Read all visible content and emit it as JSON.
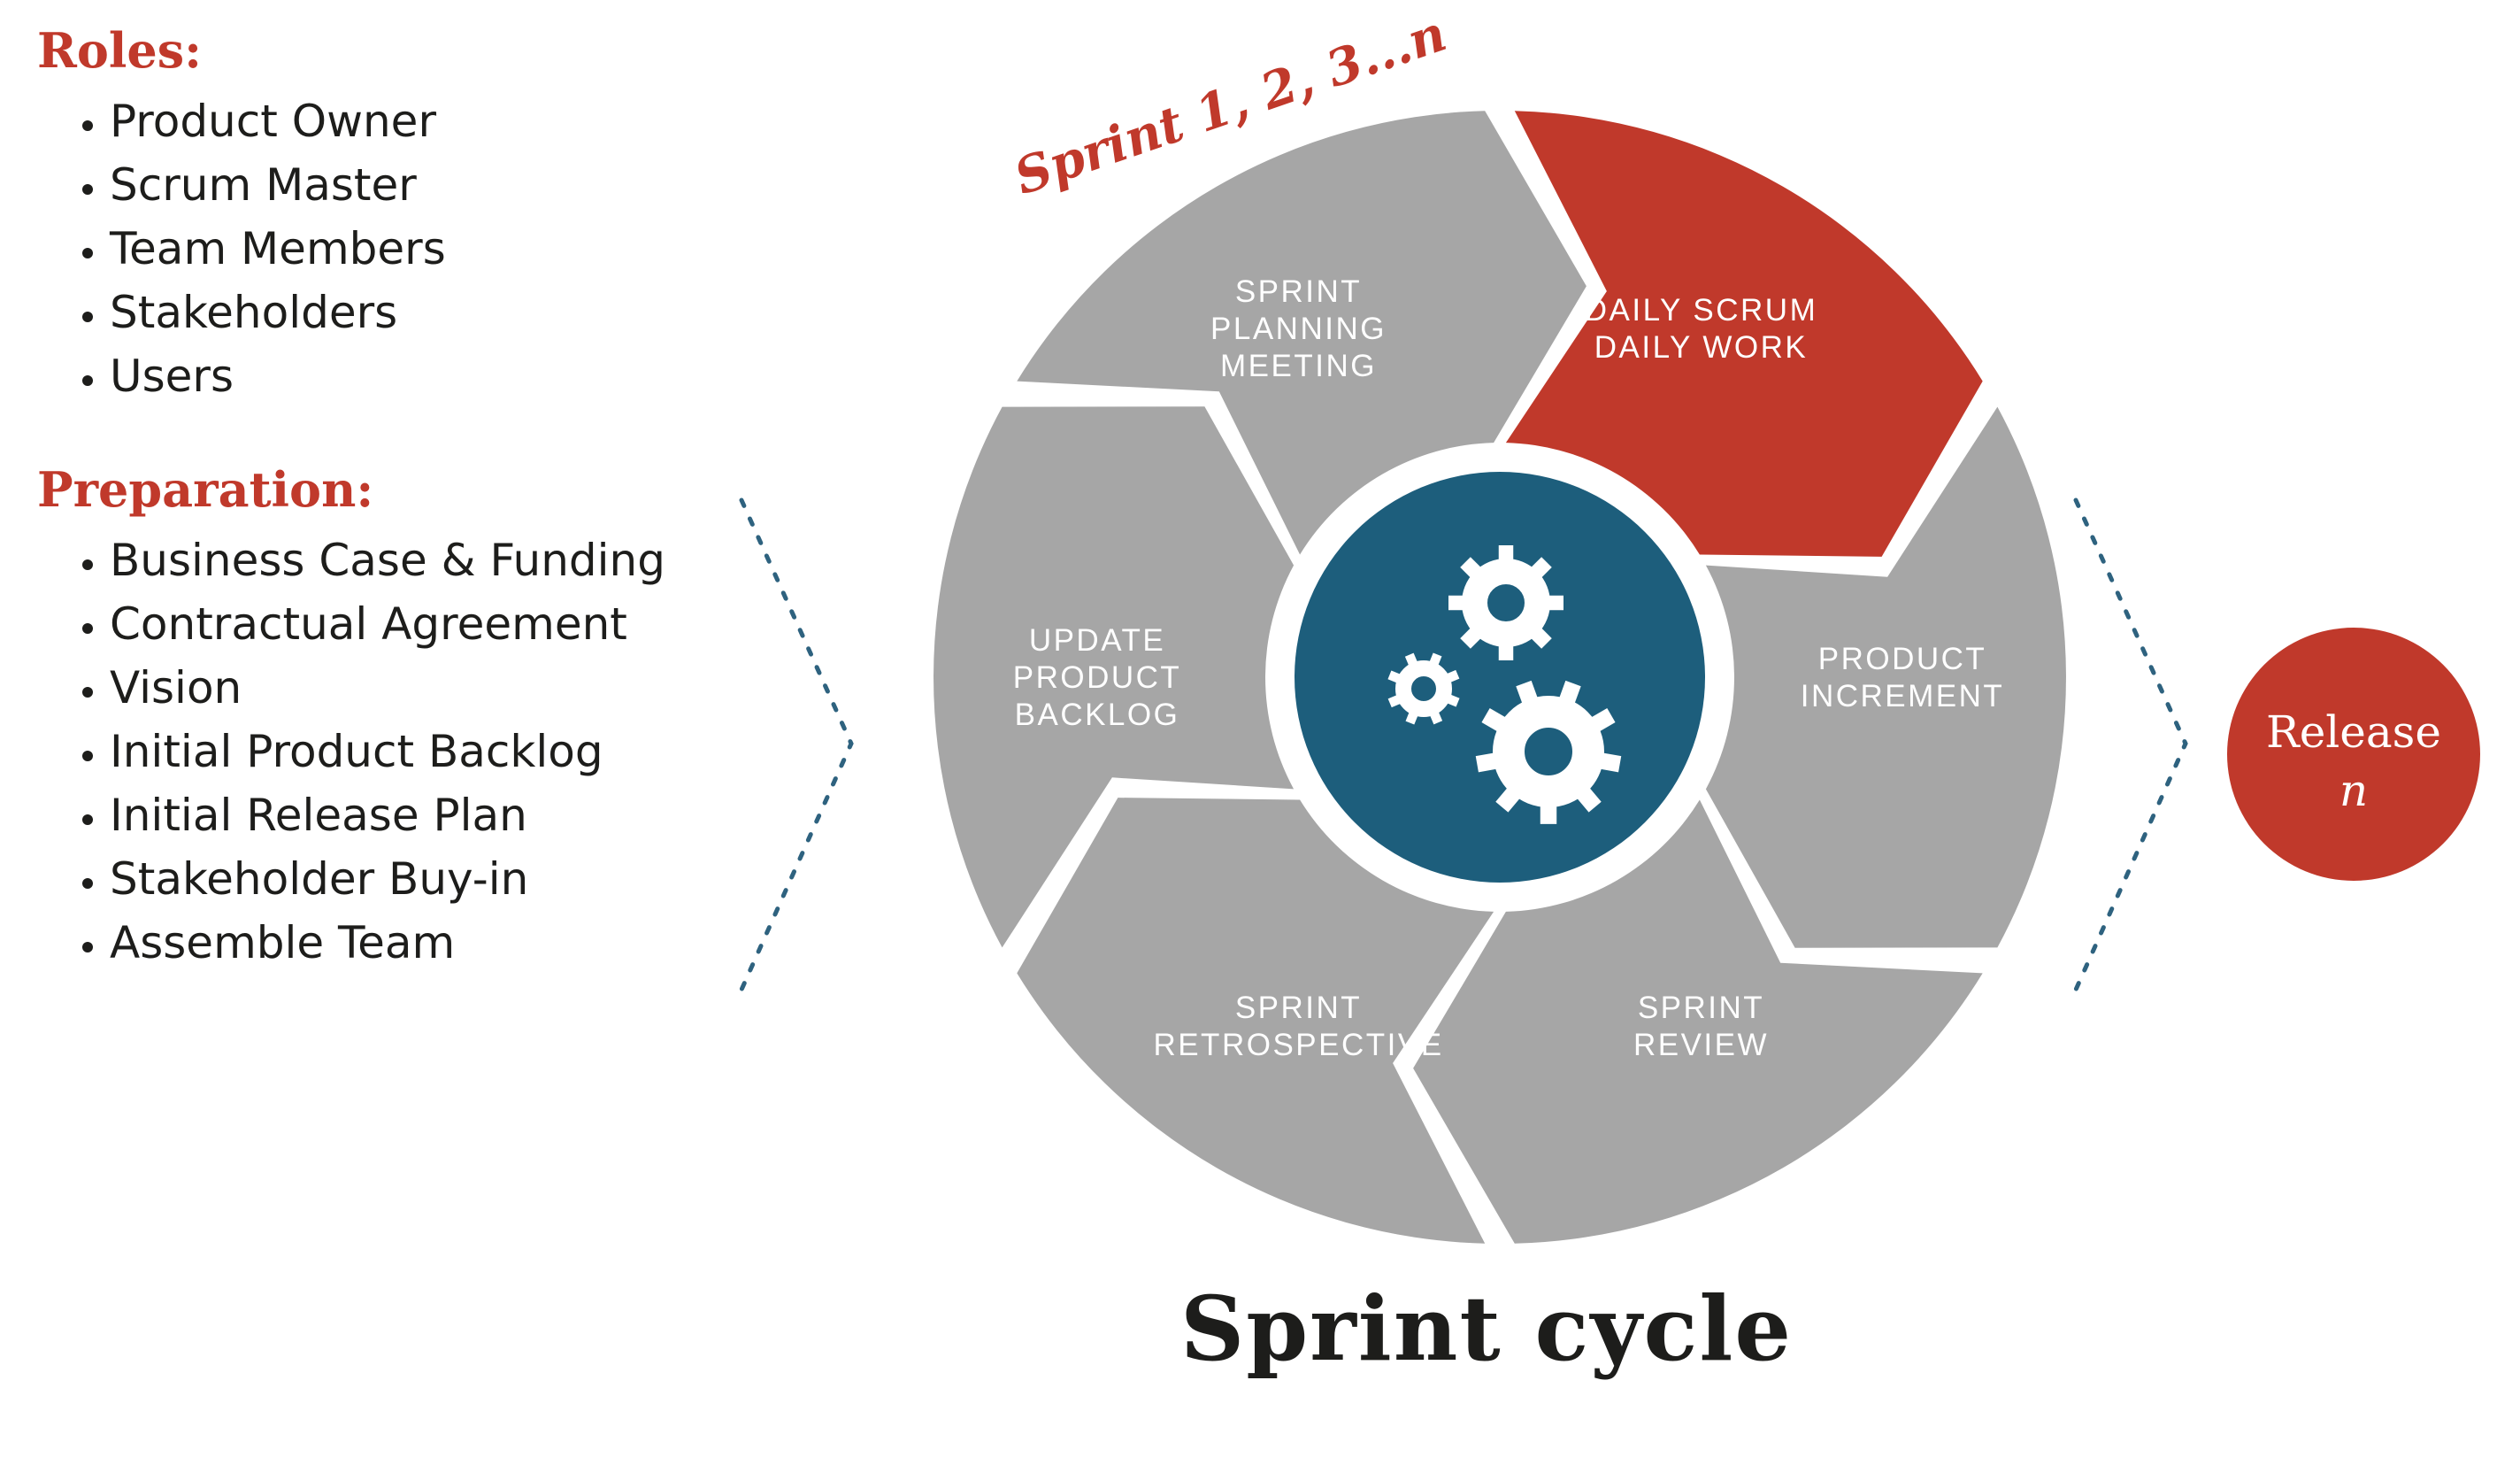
{
  "colors": {
    "red": "#c0392b",
    "gray": "#a6a6a6",
    "teal": "#1d5e7c",
    "chevron": "#2e627f",
    "ink": "#1d1d1b"
  },
  "roles": {
    "heading": "Roles:",
    "items": [
      "Product Owner",
      "Scrum Master",
      "Team Members",
      "Stakeholders",
      "Users"
    ]
  },
  "preparation": {
    "heading": "Preparation:",
    "items": [
      "Business Case & Funding",
      "Contractual Agreement",
      "Vision",
      "Initial Product Backlog",
      "Initial Release Plan",
      "Stakeholder Buy-in",
      "Assemble Team"
    ]
  },
  "cycle": {
    "sprint_label": "Sprint 1, 2, 3...n",
    "segments": [
      {
        "id": "sprint-planning-meeting",
        "lines": [
          "SPRINT",
          "PLANNING",
          "MEETING"
        ],
        "color": "#a6a6a6"
      },
      {
        "id": "daily-scrum-daily-work",
        "lines": [
          "DAILY SCRUM",
          "DAILY WORK"
        ],
        "color": "#c0392b"
      },
      {
        "id": "product-increment",
        "lines": [
          "PRODUCT",
          "INCREMENT"
        ],
        "color": "#a6a6a6"
      },
      {
        "id": "sprint-review",
        "lines": [
          "SPRINT",
          "REVIEW"
        ],
        "color": "#a6a6a6"
      },
      {
        "id": "sprint-retrospective",
        "lines": [
          "SPRINT",
          "RETROSPECTIVE"
        ],
        "color": "#a6a6a6"
      },
      {
        "id": "update-product-backlog",
        "lines": [
          "UPDATE",
          "PRODUCT",
          "BACKLOG"
        ],
        "color": "#a6a6a6"
      }
    ]
  },
  "release": {
    "line1": "Release",
    "line2": "n"
  },
  "caption": "Sprint cycle"
}
